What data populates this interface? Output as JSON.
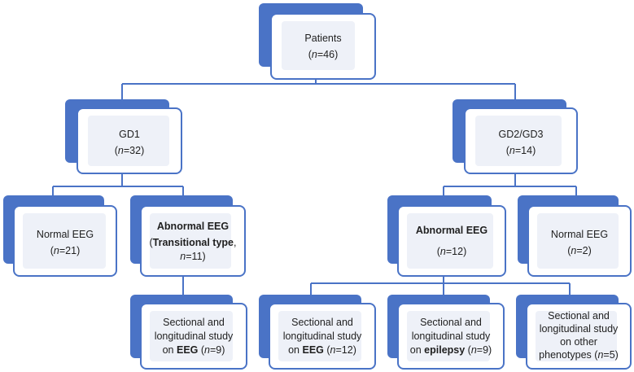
{
  "colors": {
    "accent": "#4a73c6",
    "fill": "#eef1f8",
    "connector": "#4a73c6"
  },
  "nodes": {
    "patients": {
      "label": "Patients",
      "count_prefix": "(",
      "n": "n",
      "count": "=46)"
    },
    "gd1": {
      "label": "GD1",
      "count_prefix": "(",
      "n": "n",
      "count": "=32)"
    },
    "gd23": {
      "label": "GD2/GD3",
      "count_prefix": "(",
      "n": "n",
      "count": "=14)"
    },
    "gd1_normal": {
      "label": "Normal EEG",
      "count_prefix": "(",
      "n": "n",
      "count": "=21)"
    },
    "gd1_abnormal": {
      "label": "Abnormal EEG",
      "paren_open": "(",
      "sub_bold": "Transitional type",
      "comma": ",",
      "n": "n",
      "count": "=11)"
    },
    "gd23_abnormal": {
      "label": "Abnormal EEG",
      "count_prefix": "(",
      "n": "n",
      "count": "=12)"
    },
    "gd23_normal": {
      "label": "Normal EEG",
      "count_prefix": "(",
      "n": "n",
      "count": "=2)"
    },
    "study_gd1_eeg": {
      "line1": "Sectional and",
      "line2": "longitudinal  study",
      "pre": "on ",
      "bold": "EEG",
      "paren": " (",
      "n": "n",
      "count": "=9)"
    },
    "study_gd23_eeg": {
      "line1": "Sectional and",
      "line2": "longitudinal study",
      "pre": "on ",
      "bold": "EEG",
      "paren": " (",
      "n": "n",
      "count": "=12)"
    },
    "study_gd23_epilepsy": {
      "line1": "Sectional and",
      "line2": "longitudinal study",
      "pre": "on ",
      "bold": "epilepsy",
      "paren": " (",
      "n": "n",
      "count": "=9)"
    },
    "study_gd23_other": {
      "line1": "Sectional and",
      "line2": "longitudinal study",
      "line3": "on other",
      "pre": "phenotypes (",
      "n": "n",
      "count": "=5)"
    }
  }
}
